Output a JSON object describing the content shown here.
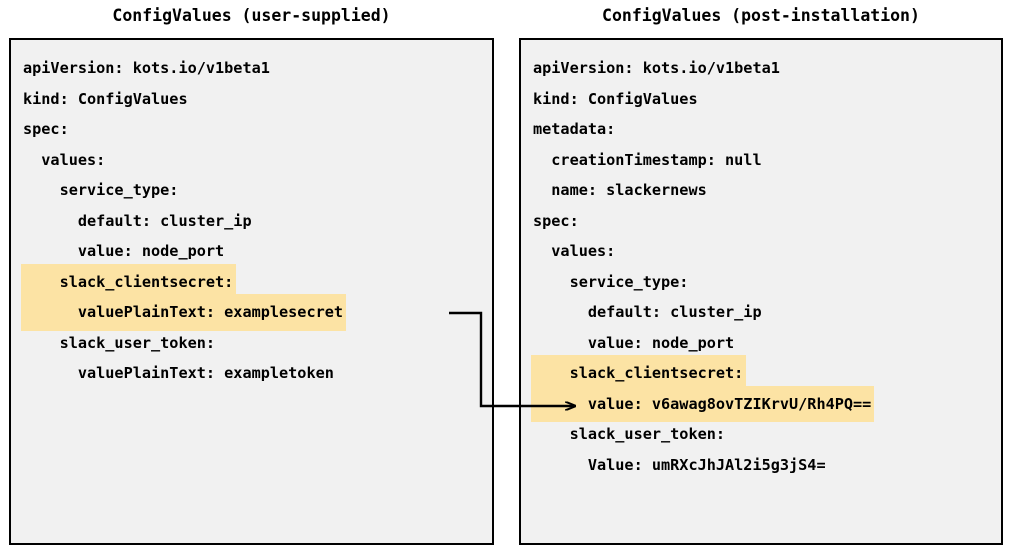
{
  "diagram": {
    "title_left": "ConfigValues (user-supplied)",
    "title_right": "ConfigValues (post-installation)",
    "highlight_color": "#fce3a4",
    "box_background": "#f1f1f1",
    "box_border_color": "#000000",
    "connector_color": "#000000"
  },
  "left_panel": {
    "title": "ConfigValues (user-supplied)",
    "lines": [
      {
        "text": "apiVersion: kots.io/v1beta1",
        "highlight": false
      },
      {
        "text": "kind: ConfigValues",
        "highlight": false
      },
      {
        "text": "spec:",
        "highlight": false
      },
      {
        "text": "  values:",
        "highlight": false
      },
      {
        "text": "    service_type:",
        "highlight": false
      },
      {
        "text": "      default: cluster_ip",
        "highlight": false
      },
      {
        "text": "      value: node_port",
        "highlight": false
      },
      {
        "text": "    slack_clientsecret:",
        "highlight": true
      },
      {
        "text": "      valuePlainText: examplesecret",
        "highlight": true
      },
      {
        "text": "    slack_user_token:",
        "highlight": false
      },
      {
        "text": "      valuePlainText: exampletoken",
        "highlight": false
      }
    ]
  },
  "right_panel": {
    "title": "ConfigValues (post-installation)",
    "lines": [
      {
        "text": "apiVersion: kots.io/v1beta1",
        "highlight": false
      },
      {
        "text": "kind: ConfigValues",
        "highlight": false
      },
      {
        "text": "metadata:",
        "highlight": false
      },
      {
        "text": "  creationTimestamp: null",
        "highlight": false
      },
      {
        "text": "  name: slackernews",
        "highlight": false
      },
      {
        "text": "spec:",
        "highlight": false
      },
      {
        "text": "  values:",
        "highlight": false
      },
      {
        "text": "    service_type:",
        "highlight": false
      },
      {
        "text": "      default: cluster_ip",
        "highlight": false
      },
      {
        "text": "      value: node_port",
        "highlight": false
      },
      {
        "text": "    slack_clientsecret:",
        "highlight": true
      },
      {
        "text": "      value: v6awag8ovTZIKrvU/Rh4PQ==",
        "highlight": true
      },
      {
        "text": "    slack_user_token:",
        "highlight": false
      },
      {
        "text": "      Value: umRXcJhJAl2i5g3jS4=",
        "highlight": false
      }
    ]
  },
  "connector": {
    "label": "encryption-mapping-arrow",
    "from": "left_panel.lines.8",
    "to": "right_panel.lines.11"
  }
}
